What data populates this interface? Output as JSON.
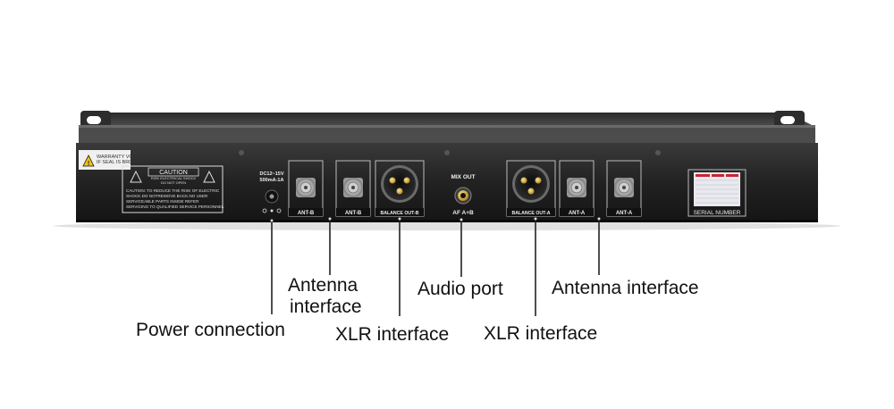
{
  "panel": {
    "warning_sticker": [
      "WARRANTY VOID",
      "IF SEAL IS BROKEN"
    ],
    "caution_title": "CAUTION",
    "caution_sub1": "RISK ELECTRICAL SHOCK",
    "caution_sub2": "DO NOT OPEN",
    "caution_body": [
      "CAUTION: TO REDUCE THE RISK OF ELECTRIC",
      "SHOCK.DO NOTREMOVE BACK.NO USER",
      "SERVICEABLE PARTS INSIDE REFER",
      "SERVICING TO QUALIFIED SERVICE PERSONNEL."
    ],
    "power_rating": [
      "DC12~15V",
      "500mA-1A"
    ],
    "ant_b_1": "ANT-B",
    "ant_b_2": "ANT-B",
    "balance_out_b": "BALANCE OUT-B",
    "mix_out": "MIX OUT",
    "af_ab": "AF A+B",
    "balance_out_a": "BALANCE OUT-A",
    "ant_a_1": "ANT-A",
    "ant_a_2": "ANT-A",
    "serial_number": "SERIAL NUMBER"
  },
  "callouts": {
    "power": "Power connection",
    "antenna_b_line1": "Antenna",
    "antenna_b_line2": "interface",
    "xlr_b": "XLR interface",
    "audio_port": "Audio port",
    "xlr_a": "XLR interface",
    "antenna_a": "Antenna interface"
  }
}
